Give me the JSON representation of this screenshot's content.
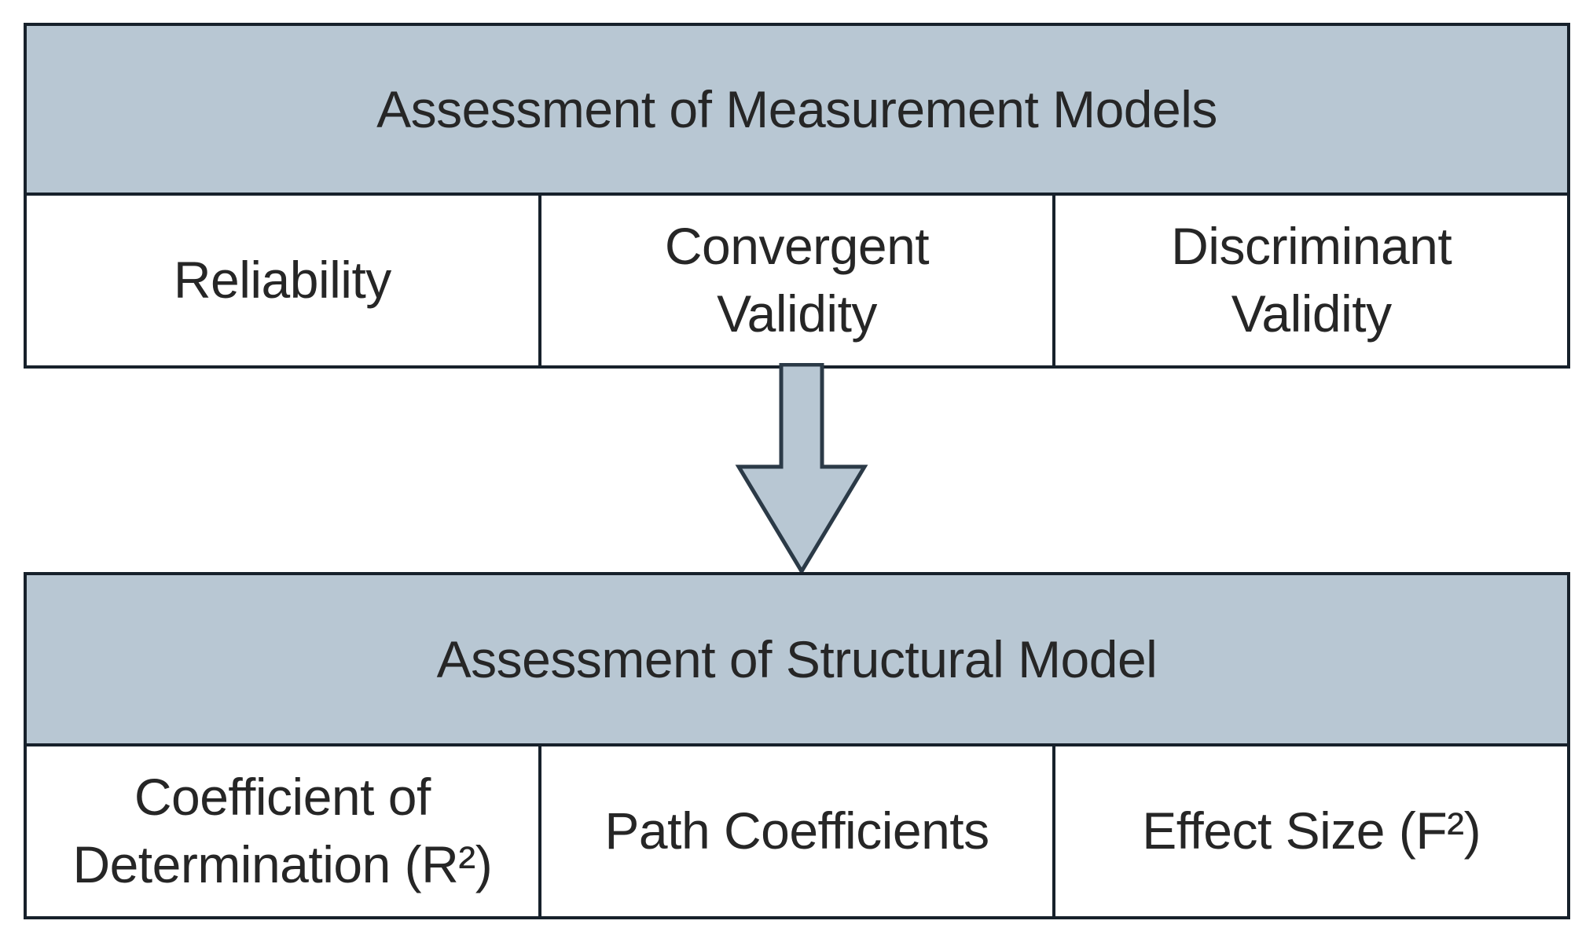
{
  "measurement": {
    "title": "Assessment of Measurement Models",
    "items": [
      {
        "lines": [
          "Reliability"
        ]
      },
      {
        "lines": [
          "Convergent",
          "Validity"
        ]
      },
      {
        "lines": [
          "Discriminant",
          "Validity"
        ]
      }
    ]
  },
  "structural": {
    "title": "Assessment of Structural Model",
    "items": [
      {
        "lines": [
          "Coefficient of",
          "Determination (R²)"
        ]
      },
      {
        "lines": [
          "Path Coefficients"
        ]
      },
      {
        "lines": [
          "Effect Size (F²)"
        ]
      }
    ]
  },
  "colors": {
    "header_fill": "#b8c7d3",
    "border": "#17212b",
    "arrow_fill": "#b8c7d3"
  }
}
